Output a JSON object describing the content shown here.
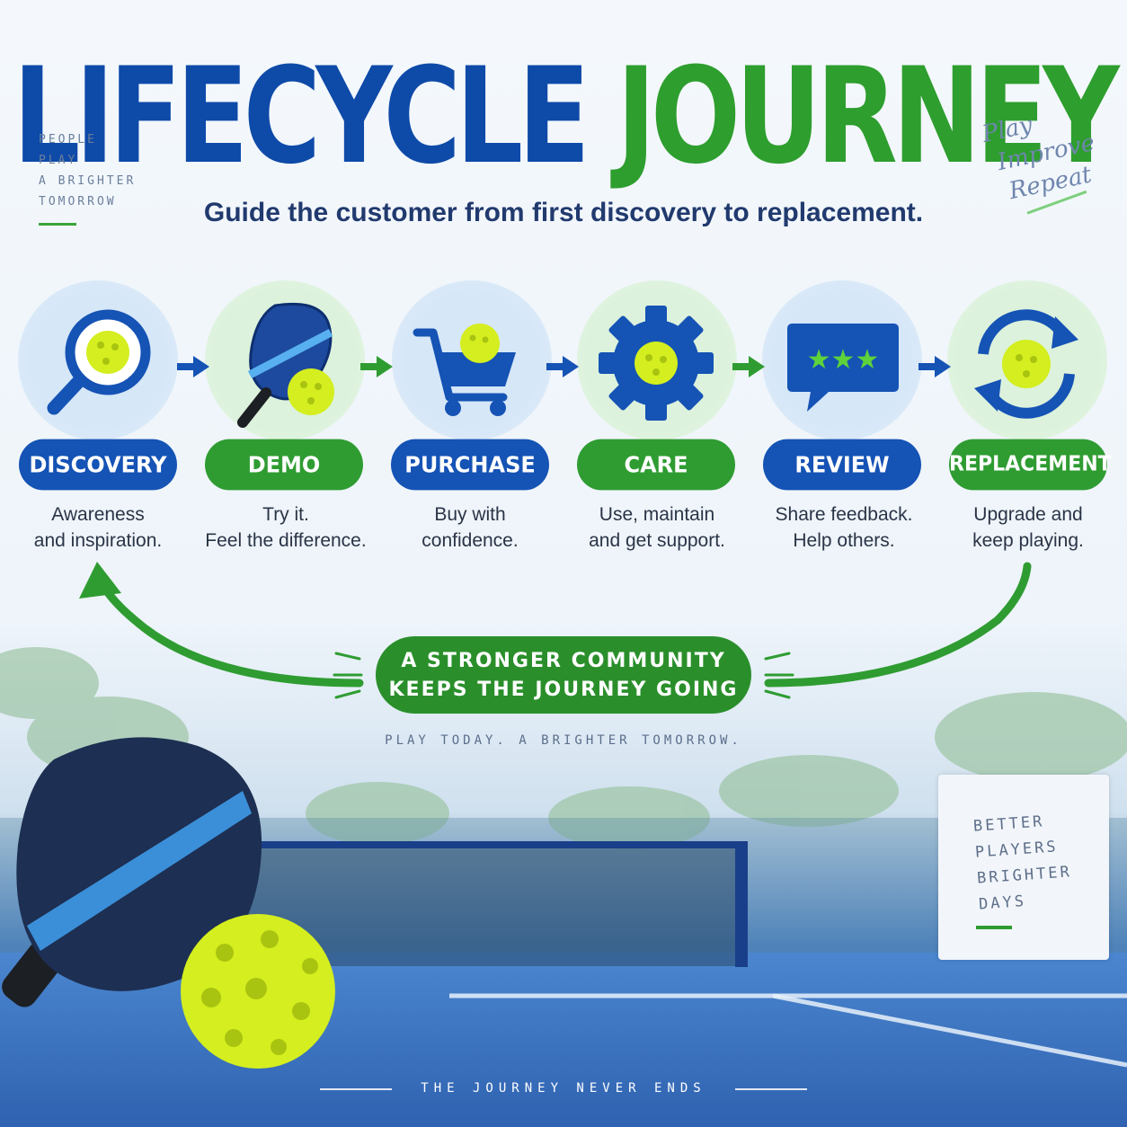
{
  "header": {
    "title_part1": "LIFECYCLE",
    "title_part2": "JOURNEY",
    "subtitle": "Guide the customer from first discovery to replacement."
  },
  "side_left": {
    "lines": [
      "PEOPLE",
      "PLAY",
      "A BRIGHTER",
      "TOMORROW"
    ]
  },
  "script_note": {
    "lines": [
      "Play",
      "Improve",
      "Repeat"
    ]
  },
  "stages": [
    {
      "label": "DISCOVERY",
      "desc1": "Awareness",
      "desc2": "and inspiration.",
      "icon": "magnifier-ball-icon",
      "color": "blue"
    },
    {
      "label": "DEMO",
      "desc1": "Try it.",
      "desc2": "Feel the difference.",
      "icon": "paddle-ball-icon",
      "color": "green"
    },
    {
      "label": "PURCHASE",
      "desc1": "Buy with",
      "desc2": "confidence.",
      "icon": "cart-ball-icon",
      "color": "blue"
    },
    {
      "label": "CARE",
      "desc1": "Use, maintain",
      "desc2": "and get support.",
      "icon": "gear-ball-icon",
      "color": "green"
    },
    {
      "label": "REVIEW",
      "desc1": "Share feedback.",
      "desc2": "Help others.",
      "icon": "chat-stars-icon",
      "color": "blue"
    },
    {
      "label": "REPLACEMENT",
      "desc1": "Upgrade and",
      "desc2": "keep playing.",
      "icon": "refresh-ball-icon",
      "color": "green"
    }
  ],
  "community": {
    "line1": "A STRONGER COMMUNITY",
    "line2": "KEEPS THE JOURNEY GOING"
  },
  "tagline": "PLAY TODAY. A BRIGHTER TOMORROW.",
  "board": {
    "lines": [
      "BETTER",
      "PLAYERS",
      "BRIGHTER",
      "DAYS"
    ]
  },
  "footer": "THE JOURNEY NEVER ENDS",
  "colors": {
    "blue": "#1553b5",
    "green": "#2f9c32",
    "ball": "#d7f22a",
    "navy": "#0e4aa8"
  }
}
